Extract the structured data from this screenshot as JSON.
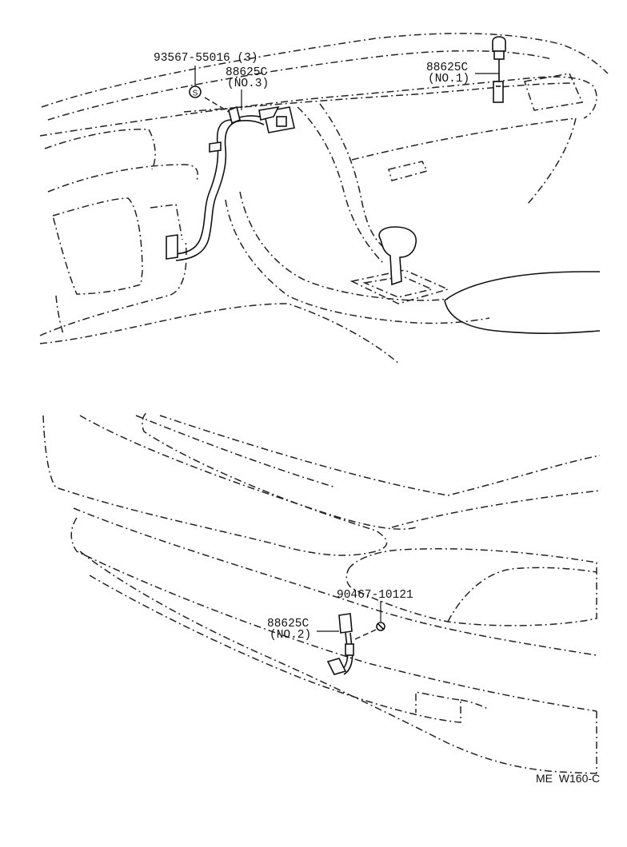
{
  "labels": {
    "screw_part": "93567-55016 (3)",
    "harness_no3_part": "88625C",
    "harness_no3_sub": "(NO.3)",
    "harness_no1_part": "88625C",
    "harness_no1_sub": "(NO.1)",
    "nut_part": "90467-10121",
    "harness_no2_part": "88625C",
    "harness_no2_sub": "(NO.2)",
    "screw_symbol": "S"
  },
  "figure_ref": "ME  W160-C"
}
